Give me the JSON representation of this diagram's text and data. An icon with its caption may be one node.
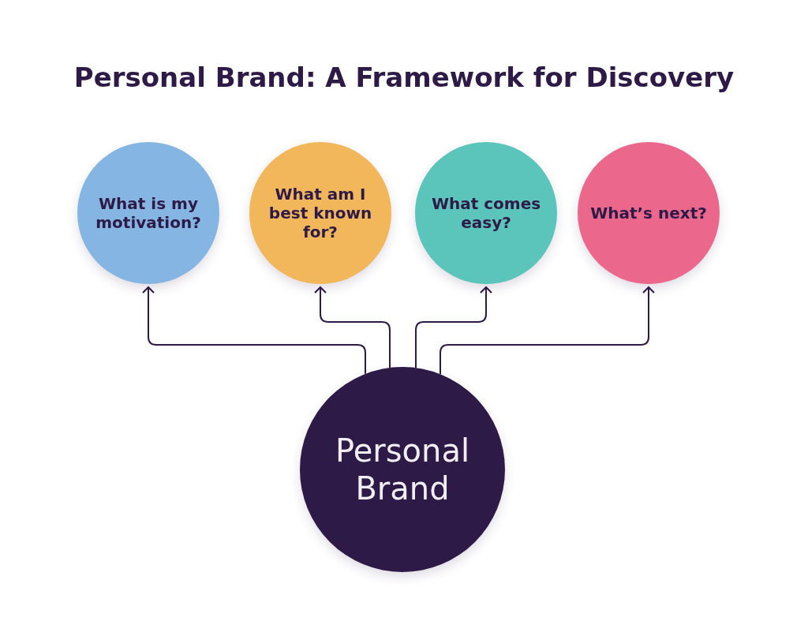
{
  "diagram": {
    "title": "Personal Brand: A Framework for Discovery",
    "nodes": [
      {
        "text": [
          "What is my motivation?"
        ]
      },
      {
        "text": [
          "What am I best known for?"
        ]
      },
      {
        "text": [
          "What comes easy?"
        ]
      },
      {
        "text": [
          "What’s next?"
        ]
      },
      {
        "text": [
          "Personal Brand"
        ]
      }
    ],
    "edges": [
      {
        "from": 4,
        "to": 0,
        "arrow": "to"
      },
      {
        "from": 4,
        "to": 1,
        "arrow": "to"
      },
      {
        "from": 4,
        "to": 2,
        "arrow": "to"
      },
      {
        "from": 4,
        "to": 3,
        "arrow": "to"
      }
    ]
  }
}
